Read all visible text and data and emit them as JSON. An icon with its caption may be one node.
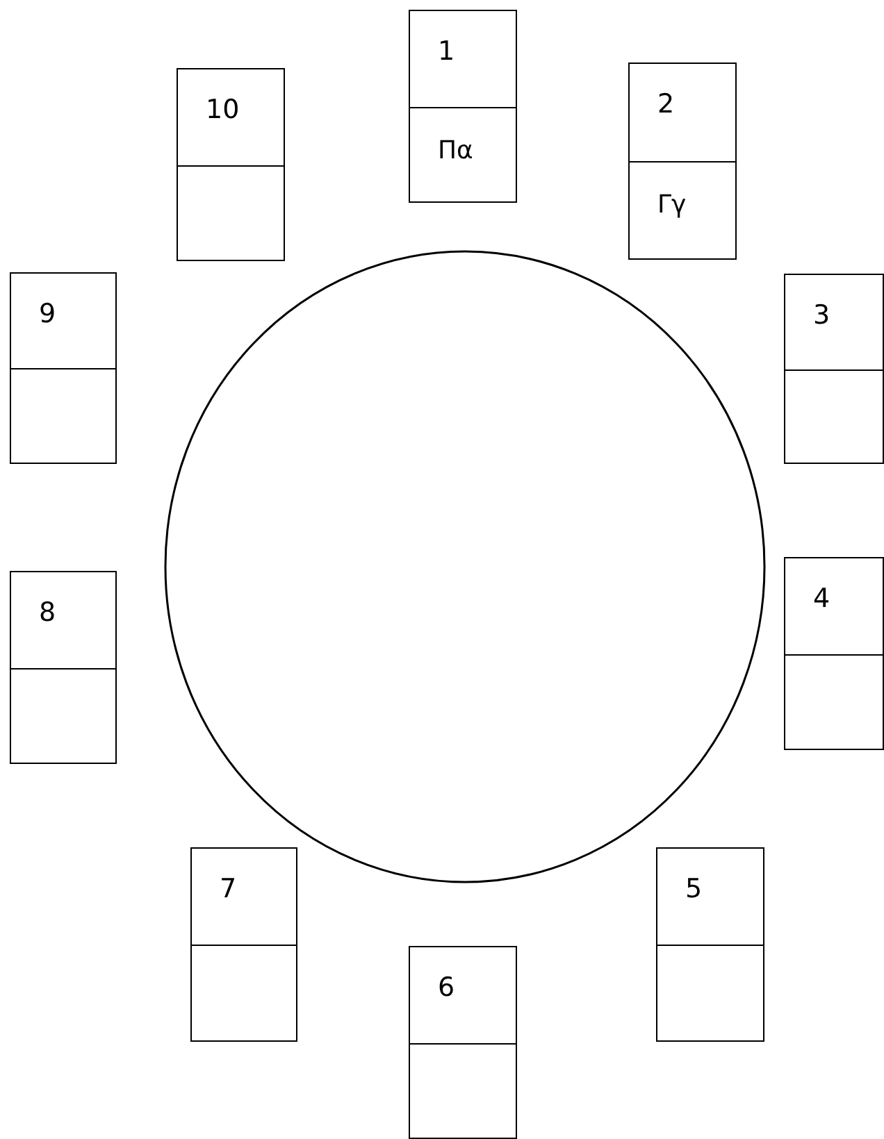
{
  "diagram": {
    "nodes": [
      {
        "text": [],
        "shape": "circle"
      },
      {
        "text": [
          "1",
          "Πα"
        ]
      },
      {
        "text": [
          "2",
          "Γγ"
        ]
      },
      {
        "text": [
          "3"
        ]
      },
      {
        "text": [
          "4"
        ]
      },
      {
        "text": [
          "5"
        ]
      },
      {
        "text": [
          "6"
        ]
      },
      {
        "text": [
          "7"
        ]
      },
      {
        "text": [
          "8"
        ]
      },
      {
        "text": [
          "9"
        ]
      },
      {
        "text": [
          "10"
        ]
      }
    ]
  }
}
